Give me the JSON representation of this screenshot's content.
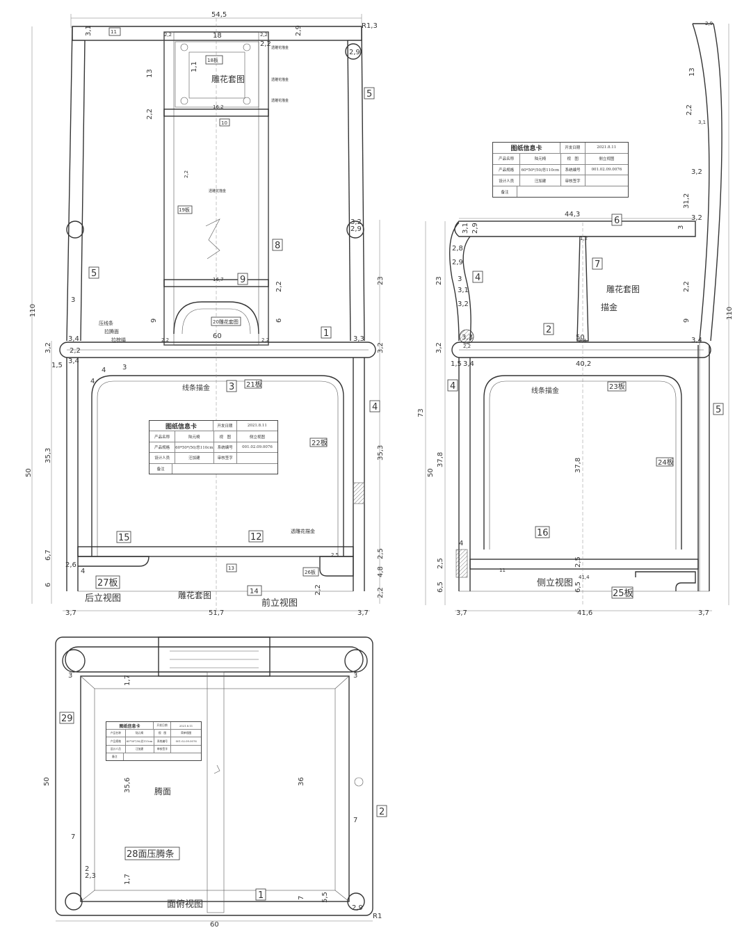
{
  "views": {
    "back": "后立视图",
    "front": "前立视图",
    "side": "侧立视图",
    "top": "面俯视图"
  },
  "info_card": {
    "title": "图纸信息卡",
    "dev_date_label": "开发日期",
    "dev_date": "2021.8.11",
    "product_name_label": "产品名称",
    "product_name": "陆元椅",
    "view_label": "视　图",
    "view_value_front": "侧立视图",
    "view_value_top": "简单视图",
    "spec_label": "产品规格",
    "spec": "60*50*/50/总110cm",
    "code_label": "系统编号",
    "code": "001.02.09.0076",
    "designer_label": "设计人员",
    "designer": "汪加建",
    "reviewer_label": "审核签字",
    "remark_label": "备注"
  },
  "parts": {
    "p1": "1",
    "p2": "2",
    "p3": "3",
    "p4": "4",
    "p5": "5",
    "p6": "6",
    "p7": "7",
    "p8": "8",
    "p9": "9",
    "p10": "10",
    "p11": "11",
    "p12": "12",
    "p13": "13",
    "p14": "14",
    "p15": "15",
    "p16": "16",
    "p18": "18板",
    "p19": "19板",
    "p20": "20雕花套图",
    "p21": "21板",
    "p22": "22板",
    "p23": "23板",
    "p24": "24板",
    "p25": "25板",
    "p26": "26板",
    "p27": "27板",
    "p28": "28面压腾条",
    "p29": "29"
  },
  "notes": {
    "carve": "雕花套图",
    "carve_open": "透雕花描金",
    "carve_open2": "透雕花描金",
    "line_gold": "线条描金",
    "gold": "描金",
    "press_strip": "压线条",
    "press_seat": "拉腾面",
    "pull_strip": "拉棕绳",
    "seat_surface": "腾面"
  },
  "dims": {
    "w54_5": "54,5",
    "r1_3": "R1,3",
    "d3_1": "3,1",
    "d2_9": "2,9",
    "d2_2": "2,2",
    "d18": "18",
    "d13": "13",
    "d1_1": "1,1",
    "d16_2": "16,2",
    "d3_2": "3,2",
    "d3": "3",
    "d9": "9",
    "d6": "6",
    "d23": "23",
    "d110": "110",
    "d60": "60",
    "d3_4": "3,4",
    "d3_3": "3,3",
    "d1_5": "1,5",
    "d4": "4",
    "d35_3": "35,3",
    "d50": "50",
    "d6_7": "6,7",
    "d2_5": "2,5",
    "d4_8": "4,8",
    "d2_6": "2,6",
    "d3_7": "3,7",
    "d51_7": "51,7",
    "d44_3": "44,3",
    "d2_8": "2,8",
    "d3_1b": "3,1",
    "d40_2": "40,2",
    "d73": "73",
    "d37_8": "37,8",
    "d11": "11",
    "d41_6": "41,6",
    "d6_5": "6,5",
    "d31_2": "31,2",
    "d1_7": "1,7",
    "d35_6": "35,6",
    "d36": "36",
    "d7": "7",
    "d2_3": "2,3",
    "d5_5": "5,5",
    "r1": "R1",
    "d16_7": "16,7",
    "d41_4": "41,4",
    "d1_2": "1,2",
    "d2": "2"
  }
}
